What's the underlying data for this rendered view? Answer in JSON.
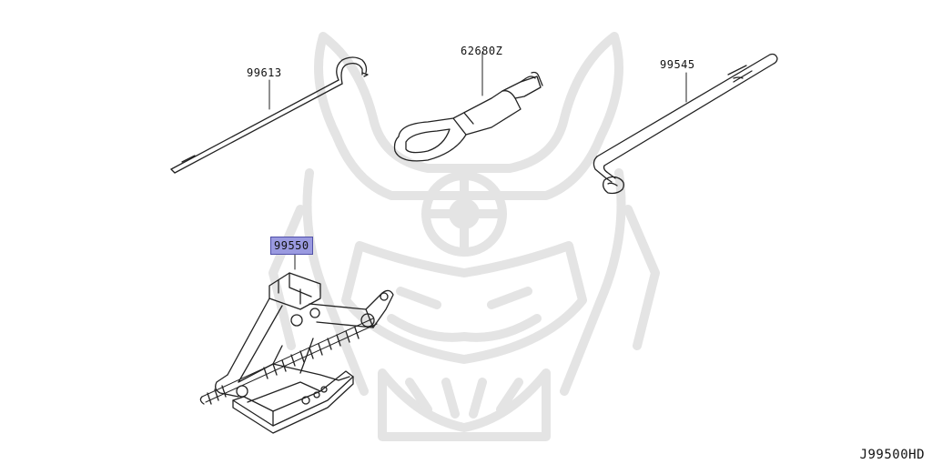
{
  "diagram": {
    "parts": [
      {
        "id": "99613",
        "label": "99613",
        "highlighted": false
      },
      {
        "id": "62680Z",
        "label": "62680Z",
        "highlighted": false
      },
      {
        "id": "99545",
        "label": "99545",
        "highlighted": false
      },
      {
        "id": "99550",
        "label": "99550",
        "highlighted": true
      }
    ],
    "diagram_code": "J99500HD",
    "highlight_color": "#9a9ae0",
    "line_color": "#222222",
    "watermark_color": "#e6e6e6"
  }
}
